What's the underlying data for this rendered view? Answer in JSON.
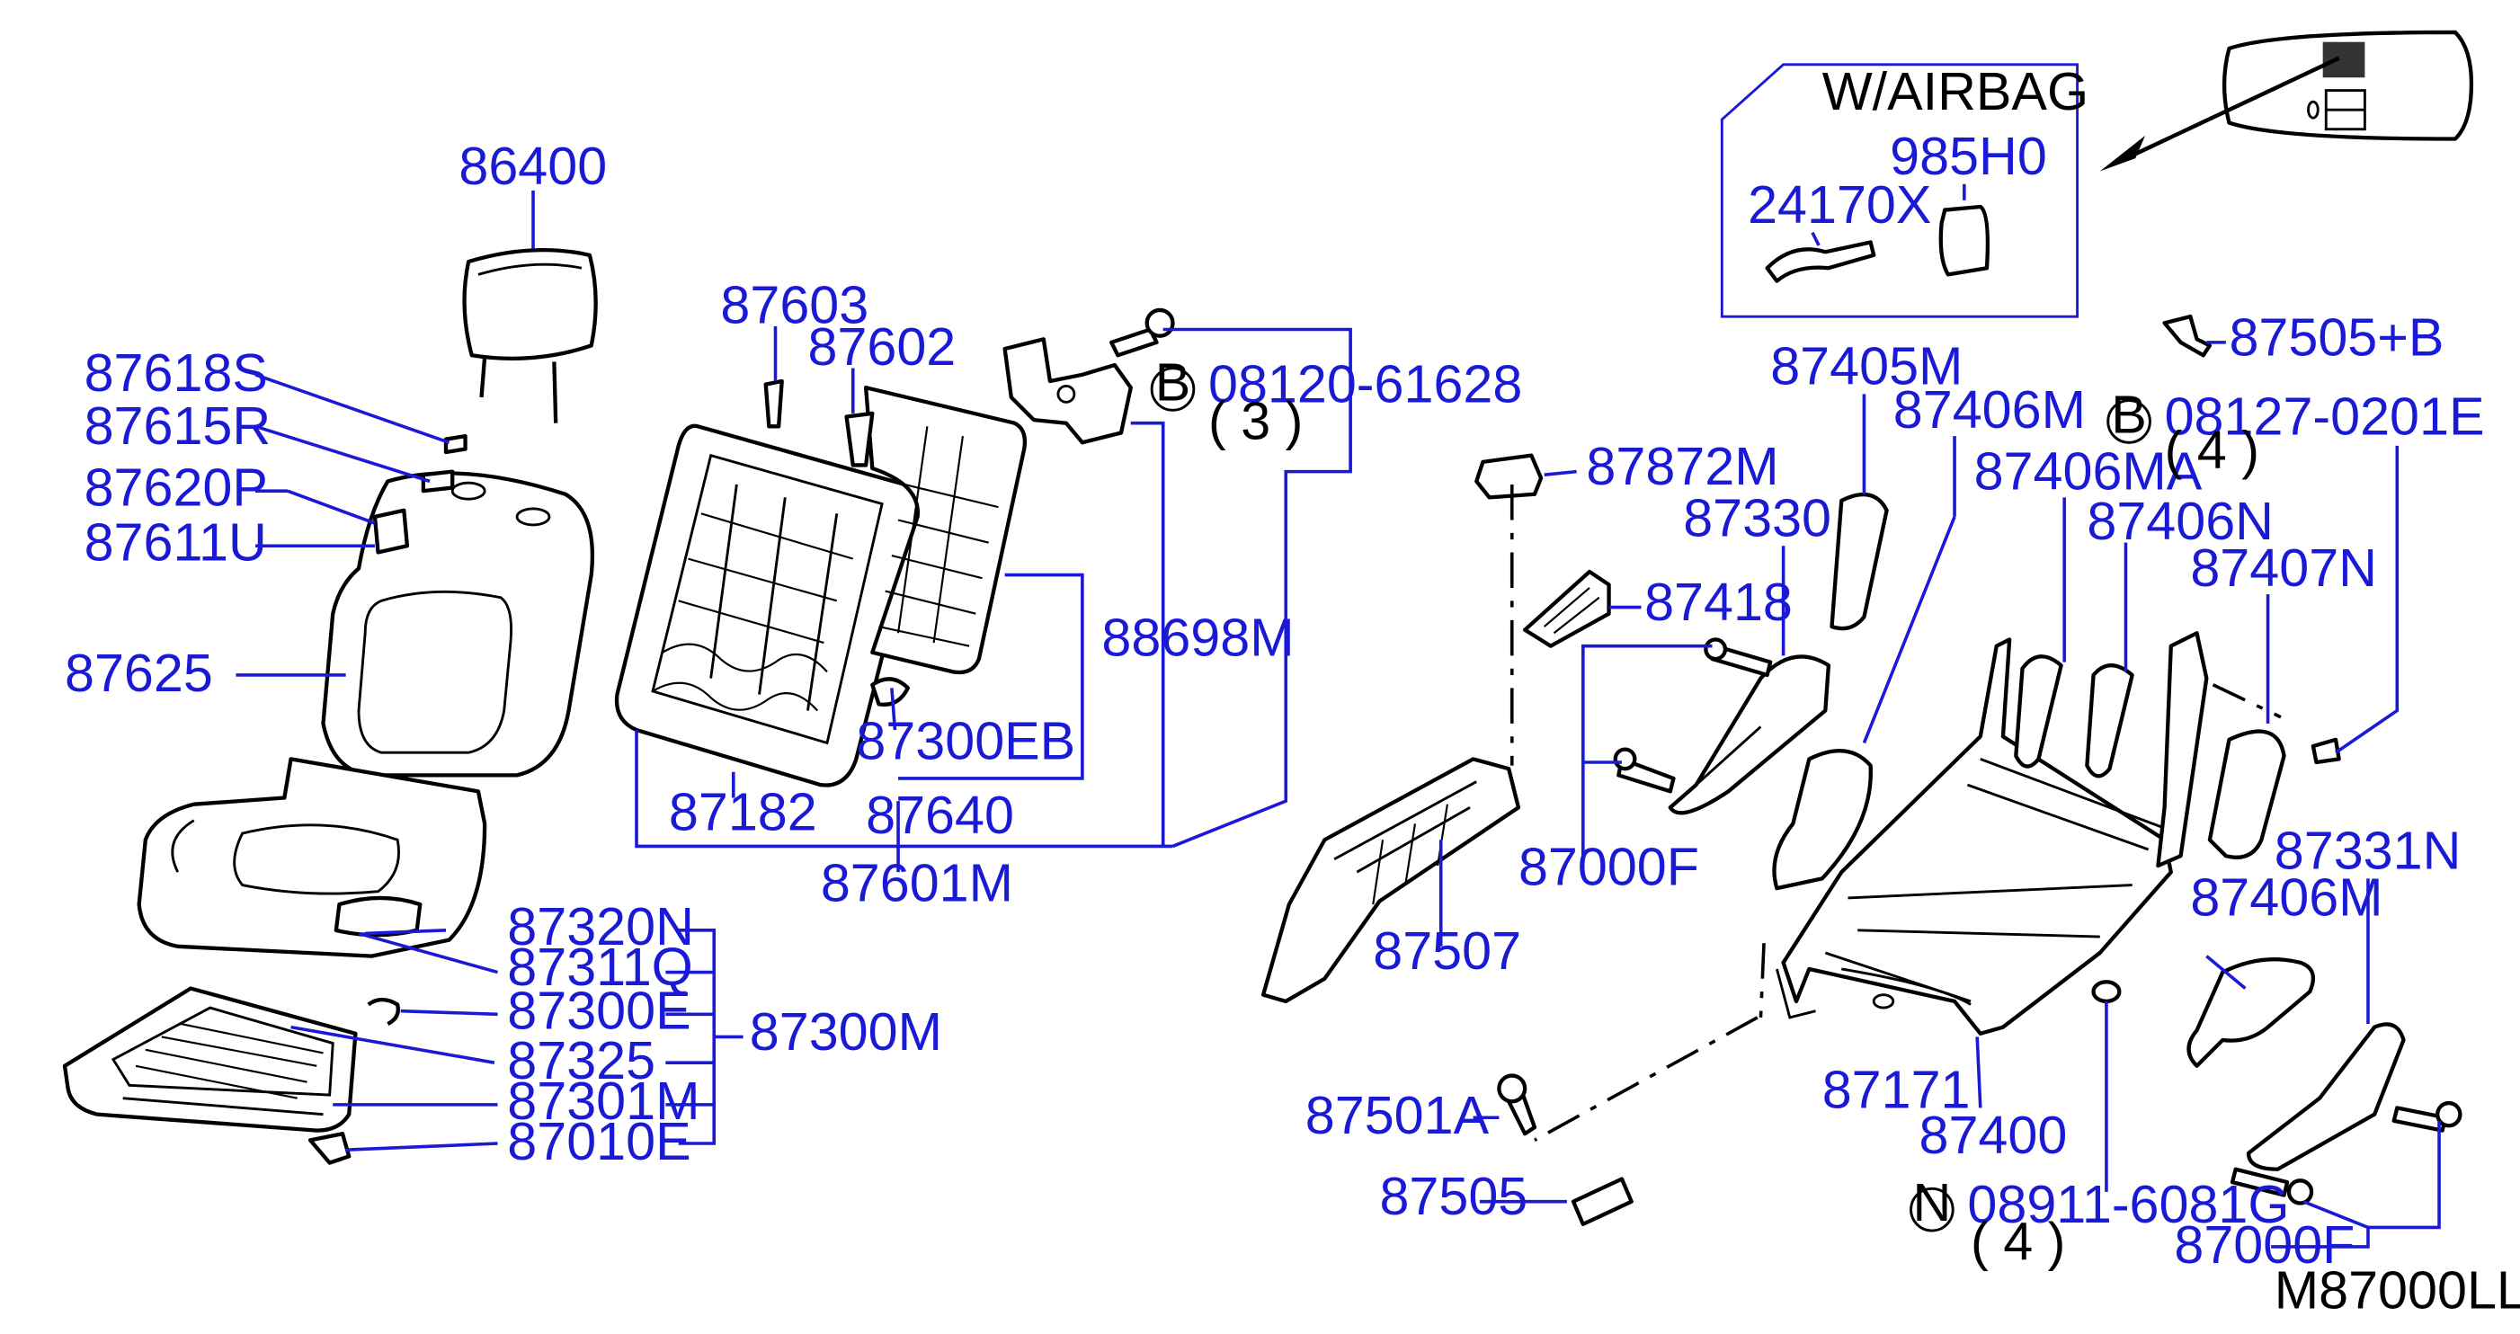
{
  "diagram_code": "M87000LL",
  "airbag_box": {
    "title": "W/AIRBAG",
    "parts": [
      "24170X",
      "985H0"
    ]
  },
  "labels": {
    "p86400": "86400",
    "p87618S": "87618S",
    "p87615R": "87615R",
    "p87620P": "87620P",
    "p87611U": "87611U",
    "p87625": "87625",
    "p87603": "87603",
    "p87602": "87602",
    "p88698M": "88698M",
    "p87300EB": "87300EB",
    "p87182": "87182",
    "p87640": "87640",
    "p87601M": "87601M",
    "p87320N": "87320N",
    "p87311Q": "87311Q",
    "p87300E": "87300E",
    "p87300M": "87300M",
    "p87325": "87325",
    "p87301M": "87301M",
    "p87010E": "87010E",
    "p87872M": "87872M",
    "p87405M": "87405M",
    "p87406M_top": "87406M",
    "p87406MA": "87406MA",
    "p87406N": "87406N",
    "p87407N": "87407N",
    "p87330": "87330",
    "p87418": "87418",
    "p87000F_left": "87000F",
    "p87507": "87507",
    "p87171": "87171",
    "p87400": "87400",
    "p87501A": "87501A",
    "p87505": "87505",
    "p87406M_right": "87406M",
    "p87331N": "87331N",
    "p87000F_right": "87000F",
    "p87505B": "87505+B"
  },
  "bolts": [
    {
      "badge": "B",
      "code": "08120-61628",
      "qty": "( 3 )"
    },
    {
      "badge": "B",
      "code": "08127-0201E",
      "qty": "( 4 )"
    },
    {
      "badge": "N",
      "code": "08911-6081G",
      "qty": "( 4 )"
    }
  ],
  "colors": {
    "label": "#1a1ad6",
    "drawing": "#000000",
    "background": "#ffffff"
  }
}
